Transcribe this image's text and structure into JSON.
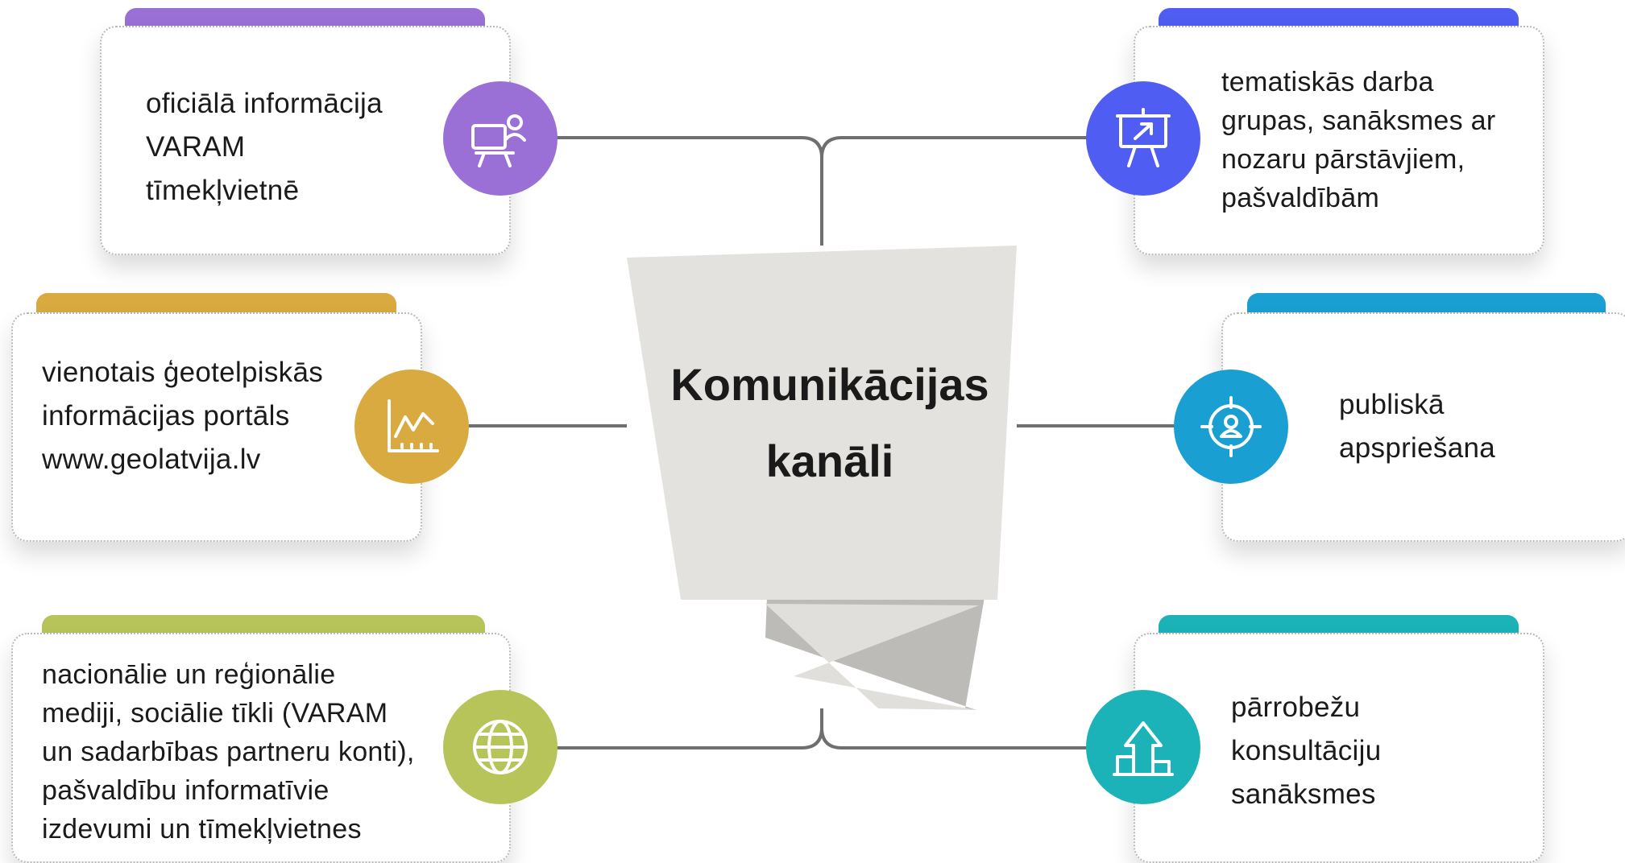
{
  "title": "Komunikācijas\nkanāli",
  "channels": [
    {
      "text": "oficiālā informācija\nVARAM\ntīmekļvietnē",
      "color": "#9a6fd6",
      "icon": "presenter-person-icon"
    },
    {
      "text": "tematiskās darba\ngrupas, sanāksmes ar\nnozaru pārstāvjiem,\npašvaldībām",
      "color": "#4f5df2",
      "icon": "presentation-board-icon"
    },
    {
      "text": "vienotais ģeotelpiskās\ninformācijas portāls\nwww.geolatvija.lv",
      "color": "#d9aa3f",
      "icon": "line-chart-icon"
    },
    {
      "text": "publiskā\napspriešana",
      "color": "#1a9fd2",
      "icon": "target-person-icon"
    },
    {
      "text": "nacionālie un reģionālie\nmediji, sociālie tīkli (VARAM\nun sadarbības partneru konti),\npašvaldību informatīvie\nizdevumi un tīmekļvietnes",
      "color": "#b6c45a",
      "icon": "globe-icon"
    },
    {
      "text": "pārrobežu\nkonsultāciju\nsanāksmes",
      "color": "#1bb3b8",
      "icon": "podium-arrow-icon"
    }
  ]
}
